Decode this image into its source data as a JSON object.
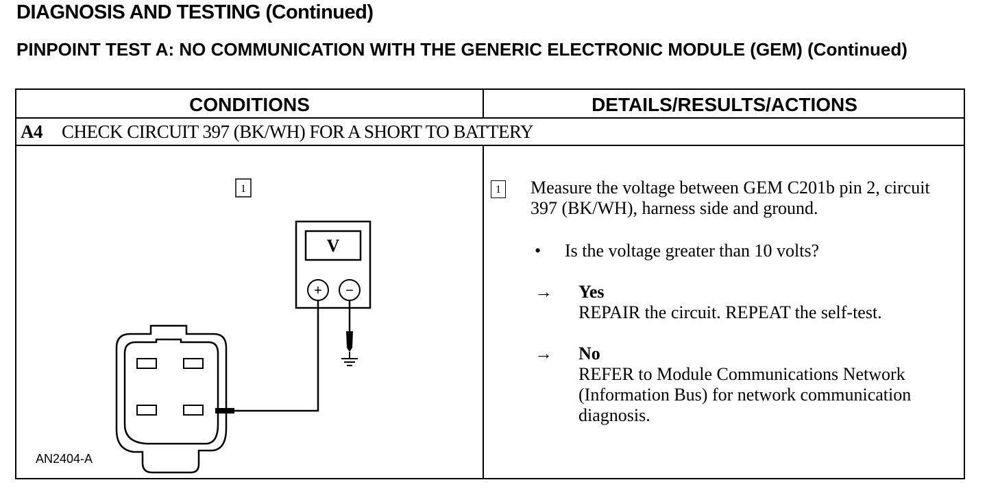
{
  "header": {
    "page_title": "DIAGNOSIS AND TESTING (Continued)",
    "test_title": "PINPOINT TEST A: NO COMMUNICATION WITH THE GENERIC ELECTRONIC MODULE (GEM) (Continued)"
  },
  "table": {
    "col_conditions": "CONDITIONS",
    "col_details": "DETAILS/RESULTS/ACTIONS",
    "step": {
      "number": "A4",
      "title": "CHECK CIRCUIT 397 (BK/WH) FOR A SHORT TO BATTERY"
    }
  },
  "diagram": {
    "step_marker": "1",
    "meter_label": "V",
    "plus_symbol": "+",
    "minus_symbol": "−",
    "figure_code": "AN2404-A"
  },
  "details": {
    "step_marker": "1",
    "instruction": "Measure the voltage between GEM C201b pin 2, circuit 397 (BK/WH), harness side and ground.",
    "bullet": "•",
    "question": "Is the voltage greater than 10 volts?",
    "arrow": "→",
    "yes_label": "Yes",
    "yes_action": "REPAIR the circuit. REPEAT the self-test.",
    "no_label": "No",
    "no_action": "REFER to Module Communications Network (Information Bus) for network communication diagnosis."
  }
}
